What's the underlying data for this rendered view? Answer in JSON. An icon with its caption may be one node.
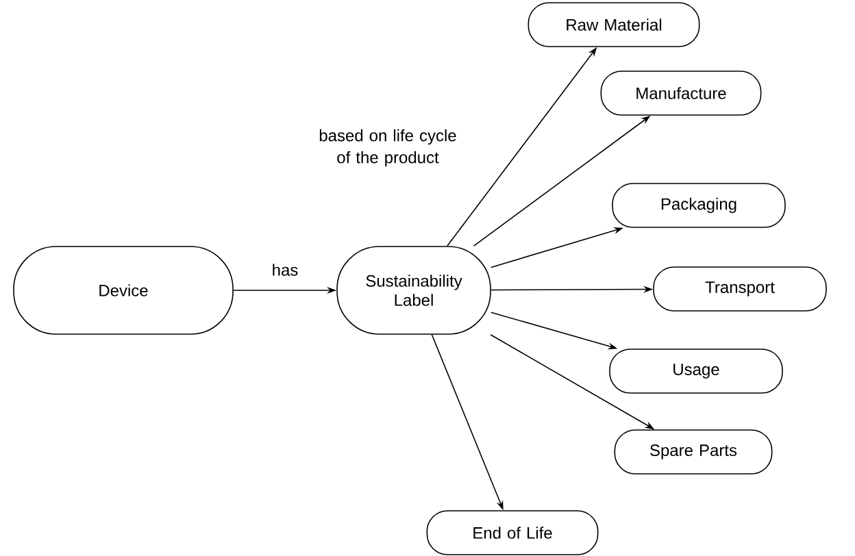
{
  "diagram": {
    "nodes": [
      {
        "text": [
          "Device"
        ]
      },
      {
        "text": [
          "Sustainability Label"
        ]
      },
      {
        "text": [
          "Raw Material"
        ]
      },
      {
        "text": [
          "Manufacture"
        ]
      },
      {
        "text": [
          "Packaging"
        ]
      },
      {
        "text": [
          "Transport"
        ]
      },
      {
        "text": [
          "Usage"
        ]
      },
      {
        "text": [
          "Spare Parts"
        ]
      },
      {
        "text": [
          "End of Life"
        ]
      }
    ],
    "edges": [
      {
        "from": 0,
        "to": 1,
        "arrow": "to",
        "label": "has"
      },
      {
        "from": 1,
        "to": 2,
        "arrow": "to",
        "label": "based on life cycle of the product"
      },
      {
        "from": 1,
        "to": 3,
        "arrow": "to"
      },
      {
        "from": 1,
        "to": 4,
        "arrow": "to"
      },
      {
        "from": 1,
        "to": 5,
        "arrow": "to"
      },
      {
        "from": 1,
        "to": 6,
        "arrow": "to"
      },
      {
        "from": 1,
        "to": 7,
        "arrow": "to"
      },
      {
        "from": 1,
        "to": 8,
        "arrow": "to"
      }
    ]
  }
}
